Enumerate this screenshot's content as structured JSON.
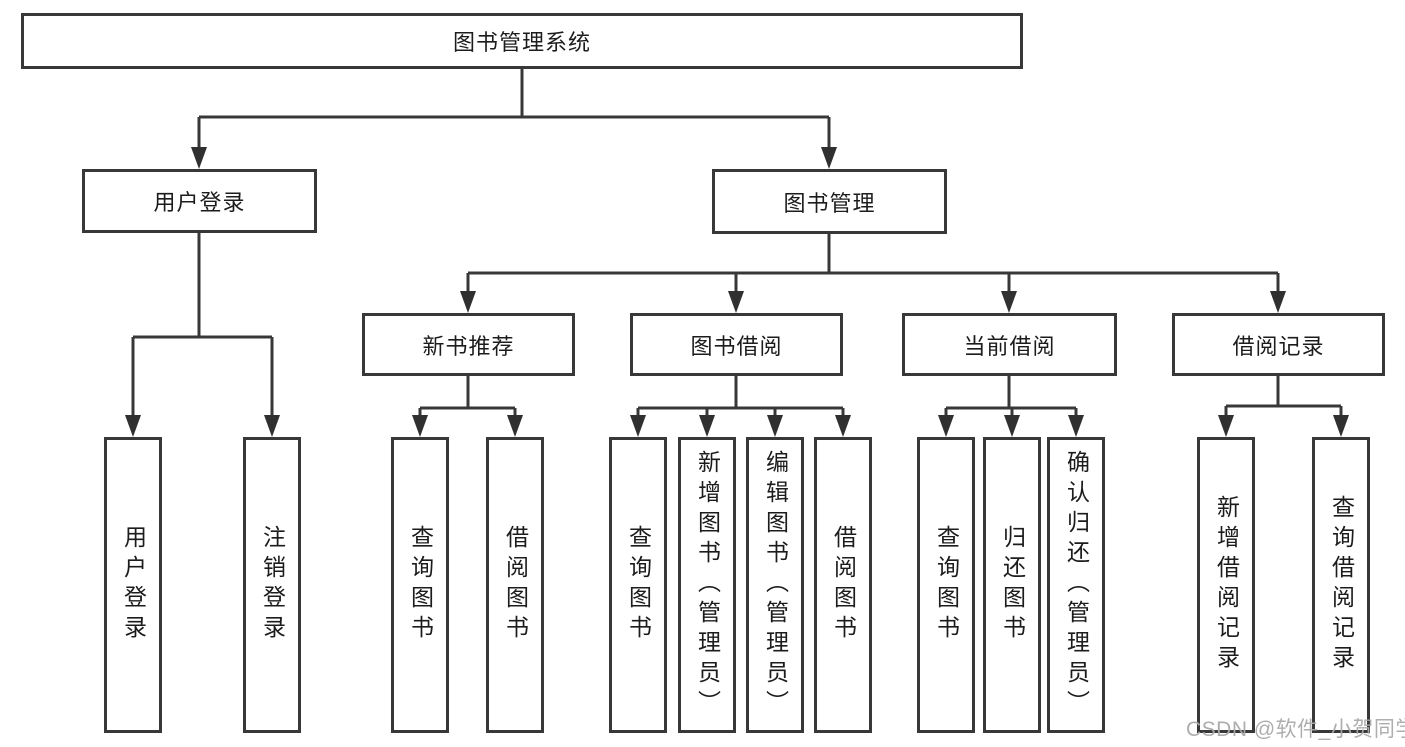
{
  "tree": {
    "root": {
      "label": "图书管理系统"
    },
    "level2": [
      {
        "label": "用户登录",
        "children": [
          {
            "label": "用户登录"
          },
          {
            "label": "注销登录"
          }
        ]
      },
      {
        "label": "图书管理",
        "children": [
          {
            "label": "新书推荐",
            "children": [
              {
                "label": "查询图书"
              },
              {
                "label": "借阅图书"
              }
            ]
          },
          {
            "label": "图书借阅",
            "children": [
              {
                "label": "查询图书"
              },
              {
                "label": "新增图书（管理员）"
              },
              {
                "label": "编辑图书（管理员）"
              },
              {
                "label": "借阅图书"
              }
            ]
          },
          {
            "label": "当前借阅",
            "children": [
              {
                "label": "查询图书"
              },
              {
                "label": "归还图书"
              },
              {
                "label": "确认归还（管理员）"
              }
            ]
          },
          {
            "label": "借阅记录",
            "children": [
              {
                "label": "新增借阅记录"
              },
              {
                "label": "查询借阅记录"
              }
            ]
          }
        ]
      }
    ]
  },
  "watermark": {
    "text": "CSDN @软件_小贺同学",
    "color": "#aaaaaa"
  },
  "colors": {
    "line": "#383838",
    "arrow": "#303030",
    "box_border": "#383838",
    "text": "#1c1c1c",
    "background": "#ffffff"
  }
}
